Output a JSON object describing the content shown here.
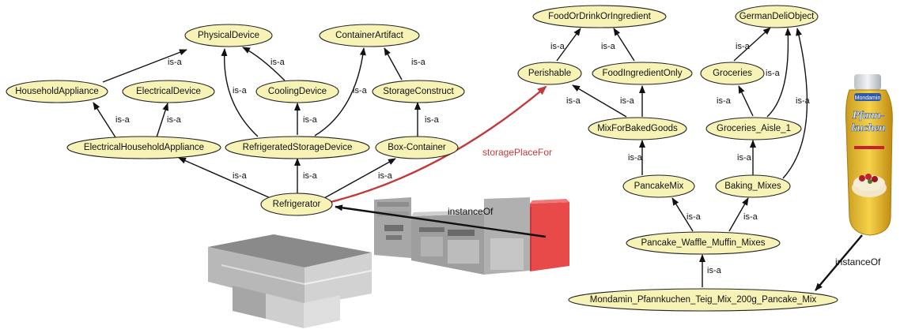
{
  "diagram": {
    "nodes": {
      "physical_device": "PhysicalDevice",
      "container_artifact": "ContainerArtifact",
      "household_appliance": "HouseholdAppliance",
      "electrical_device": "ElectricalDevice",
      "cooling_device": "CoolingDevice",
      "storage_construct": "StorageConstruct",
      "electrical_household_appliance": "ElectricalHouseholdAppliance",
      "refrigerated_storage_device": "RefrigeratedStorageDevice",
      "box_container": "Box-Container",
      "refrigerator": "Refrigerator",
      "food_or_drink": "FoodOrDrinkOrIngredient",
      "german_deli": "GermanDeliObject",
      "perishable": "Perishable",
      "food_ingredient_only": "FoodIngredientOnly",
      "groceries": "Groceries",
      "mix_for_baked_goods": "MixForBakedGoods",
      "groceries_aisle_1": "Groceries_Aisle_1",
      "pancake_mix": "PancakeMix",
      "baking_mixes": "Baking_Mixes",
      "pancake_waffle_muffin": "Pancake_Waffle_Muffin_Mixes",
      "mondamin": "Mondamin_Pfannkuchen_Teig_Mix_200g_Pancake_Mix"
    },
    "edge_label": "is-a",
    "relation_label": "storagePlaceFor",
    "instance_label": "instanceOf",
    "product": {
      "brand": "Mondamin",
      "name_line1": "Pfann-",
      "name_line2": "kuchen"
    },
    "colors": {
      "node_fill": "#f7f3b6",
      "relation": "#c23b3b",
      "fridge": "#e84a4a"
    }
  }
}
